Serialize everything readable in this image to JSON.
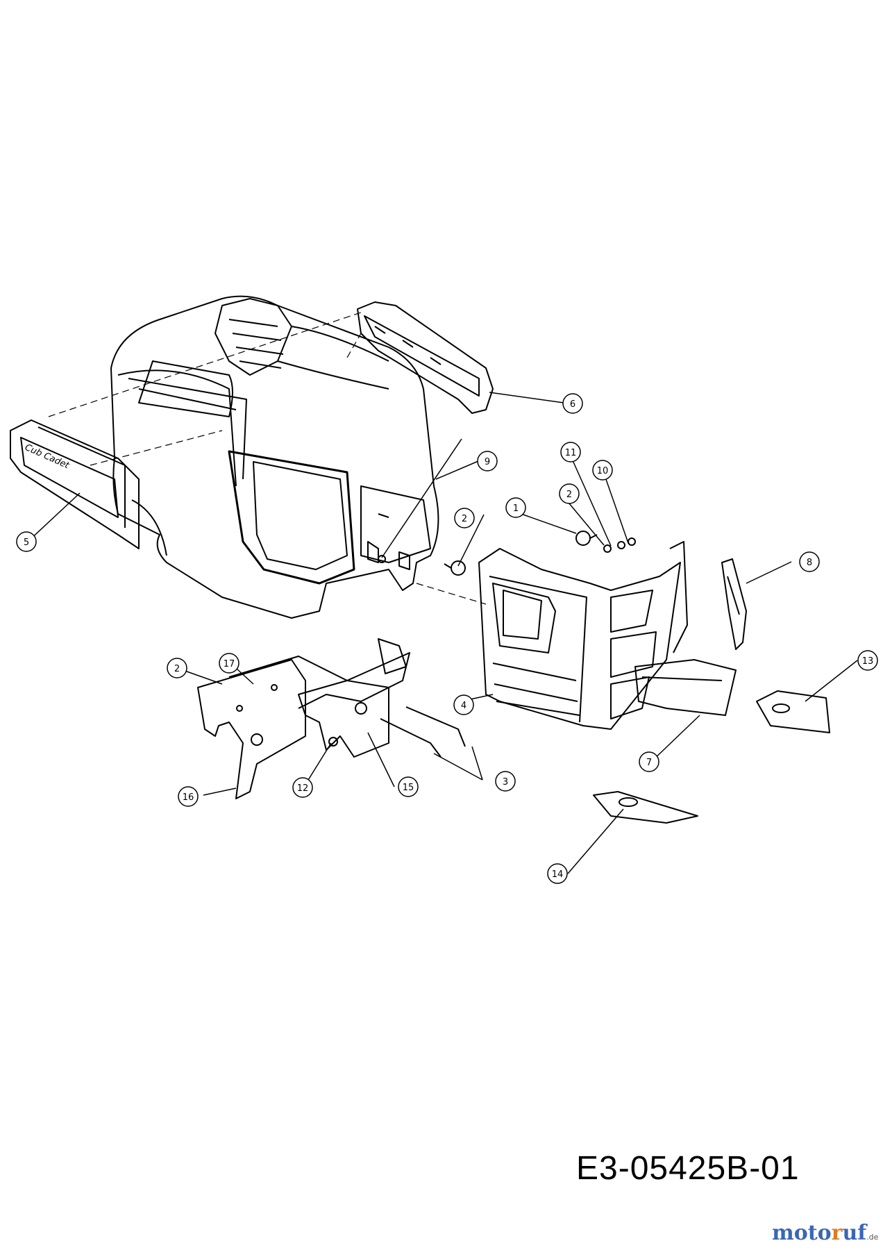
{
  "diagram": {
    "callouts": [
      {
        "id": "c1",
        "label": "1"
      },
      {
        "id": "c2a",
        "label": "2"
      },
      {
        "id": "c2b",
        "label": "2"
      },
      {
        "id": "c2c",
        "label": "2"
      },
      {
        "id": "c3",
        "label": "3"
      },
      {
        "id": "c4",
        "label": "4"
      },
      {
        "id": "c5",
        "label": "5"
      },
      {
        "id": "c6",
        "label": "6"
      },
      {
        "id": "c7",
        "label": "7"
      },
      {
        "id": "c8",
        "label": "8"
      },
      {
        "id": "c9",
        "label": "9"
      },
      {
        "id": "c10",
        "label": "10"
      },
      {
        "id": "c11",
        "label": "11"
      },
      {
        "id": "c12",
        "label": "12"
      },
      {
        "id": "c13",
        "label": "13"
      },
      {
        "id": "c14",
        "label": "14"
      },
      {
        "id": "c15",
        "label": "15"
      },
      {
        "id": "c16",
        "label": "16"
      },
      {
        "id": "c17",
        "label": "17"
      }
    ],
    "emblem_text": "Cub Cadet",
    "drawing_code": "E3-05425B-01"
  },
  "watermark": {
    "brand_part1": "moto",
    "brand_part2": "r",
    "brand_part3": "uf",
    "tld": ".de"
  }
}
